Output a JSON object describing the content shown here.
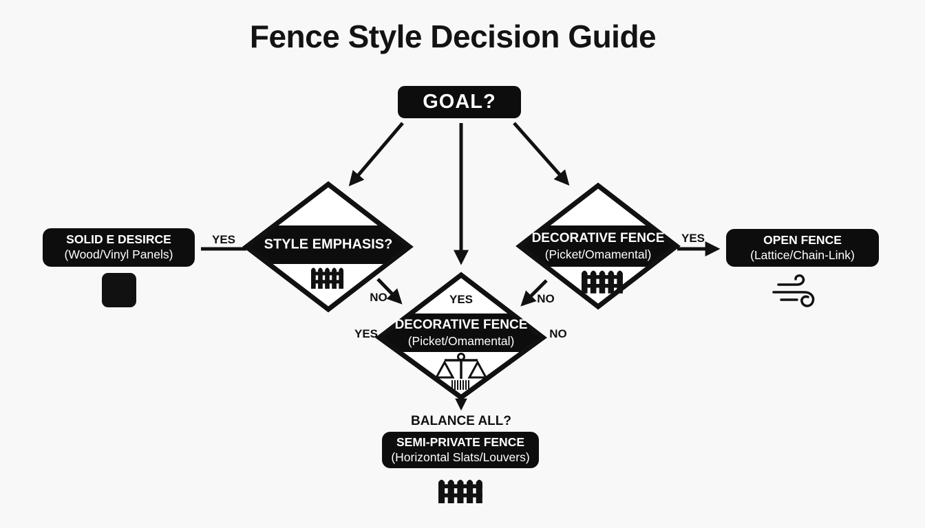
{
  "title": "Fence Style Decision Guide",
  "colors": {
    "background": "#f8f8f8",
    "node_fill": "#0d0d0d",
    "node_text": "#ffffff",
    "line": "#111111"
  },
  "goal": {
    "label": "GOAL?"
  },
  "diamonds": {
    "style_emphasis": {
      "question": "STYLE EMPHASIS?",
      "icon": "picket-fence-icon"
    },
    "decorative_right": {
      "title": "DECORATIVE FENCE",
      "subtitle": "(Picket/Omamental)",
      "icon": "picket-fence-icon"
    },
    "decorative_center": {
      "title": "DECORATIVE FENCE",
      "subtitle": "(Picket/Omamental)",
      "inner_label": "YES",
      "icon": "balance-scales-icon"
    }
  },
  "result_boxes": {
    "solid": {
      "title": "SOLID E DESIRCE",
      "subtitle": "(Wood/Vinyl Panels)",
      "icon": "solid-panel-icon"
    },
    "open": {
      "title": "OPEN FENCE",
      "subtitle": "(Lattice/Chain-Link)",
      "icon": "wind-icon"
    },
    "semi_private": {
      "title": "SEMI-PRIVATE FENCE",
      "subtitle": "(Horizontal Slats/Louvers)",
      "icon": "picket-fence-icon"
    }
  },
  "edge_labels": {
    "solid_yes": "YES",
    "open_yes": "YES",
    "style_no": "NO",
    "decorative_no": "NO",
    "center_left_yes": "YES",
    "center_right_no": "NO"
  },
  "balance_question": "BALANCE ALL?"
}
